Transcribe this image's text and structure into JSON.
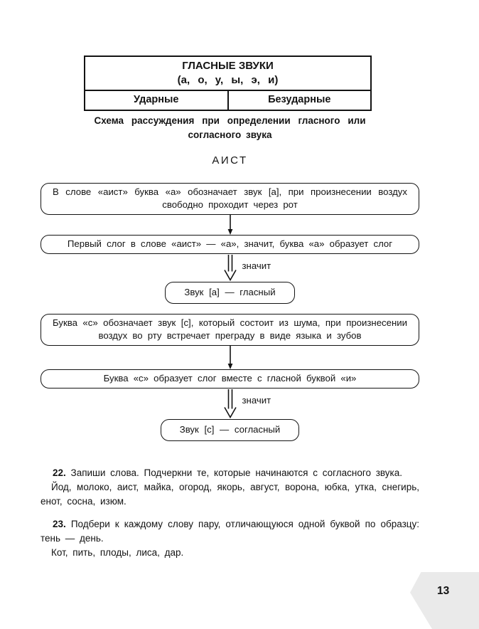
{
  "table": {
    "title": "ГЛАСНЫЕ  ЗВУКИ",
    "subtitle": "(а,  о,  у,  ы,  э,  и)",
    "columns": [
      "Ударные",
      "Безударные"
    ]
  },
  "heading": "Схема рассуждения при определении гласного или согласного звука",
  "example_word": "АИСТ",
  "flowchart": {
    "vowel": {
      "step1": "В слове «аист» буква «а» обозначает звук [а], при произнесении воздух свободно проходит через рот",
      "step2": "Первый слог в слове «аист» — «а», значит, буква «а» образует слог",
      "imply_label": "значит",
      "conclusion": "Звук  [а]  —  гласный"
    },
    "consonant": {
      "step1": "Буква «с» обозначает звук [с], который состоит из шума, при произнесении воздух во рту встречает преграду в виде языка и зубов",
      "step2": "Буква «с» образует слог вместе с гласной буквой «и»",
      "imply_label": "значит",
      "conclusion": "Звук  [с]  —  согласный"
    }
  },
  "exercises": [
    {
      "number": "22.",
      "instruction": "Запиши слова. Подчеркни те, которые начинаются с согласного звука.",
      "words": "Йод, молоко, аист, майка, огород, якорь, август, ворона, юбка, утка, снегирь, енот, сосна, изюм."
    },
    {
      "number": "23.",
      "instruction": "Подбери к каждому слову пару, отличающуюся одной буквой по образцу: тень — день.",
      "words": "Кот, пить, плоды, лиса, дар."
    }
  ],
  "page_number": "13"
}
